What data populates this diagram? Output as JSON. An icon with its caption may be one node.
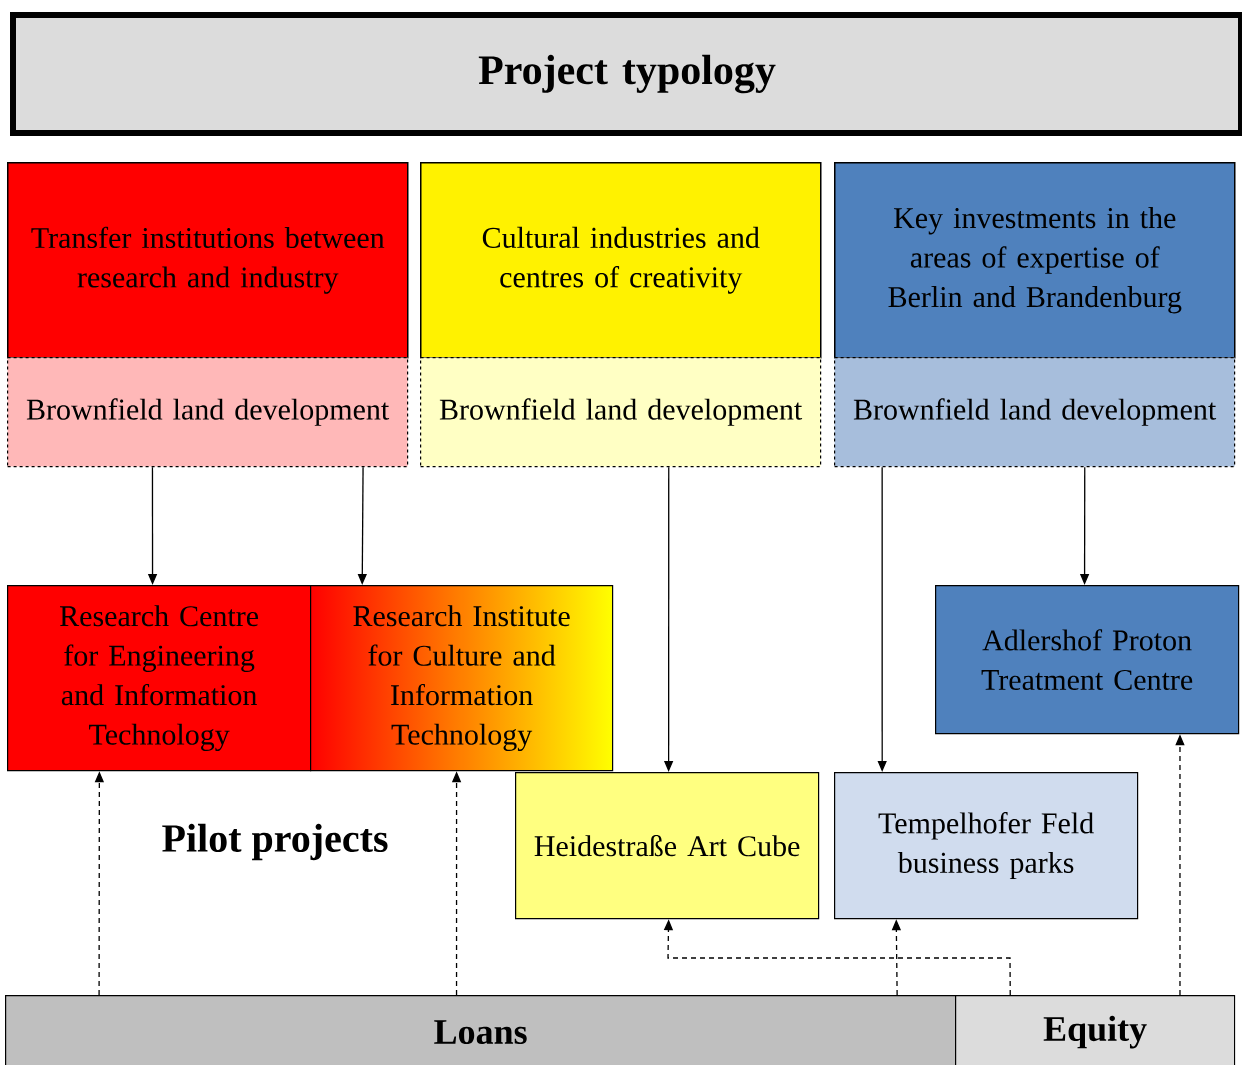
{
  "diagram": {
    "nodes": [
      {
        "text": [
          "Project typology"
        ]
      },
      {
        "text": [
          "Transfer institutions between research and industry"
        ]
      },
      {
        "text": [
          "Cultural industries and centres of creativity"
        ]
      },
      {
        "text": [
          "Key investments in the areas of expertise of Berlin and Brandenburg"
        ]
      },
      {
        "text": [
          "Brownfield land development"
        ]
      },
      {
        "text": [
          "Brownfield land development"
        ]
      },
      {
        "text": [
          "Brownfield land development"
        ]
      },
      {
        "text": [
          "Research Centre for Engineering and Information Technology"
        ]
      },
      {
        "text": [
          "Research Institute for Culture and Information Technology"
        ]
      },
      {
        "text": [
          "Adlershof Proton Treatment Centre"
        ]
      },
      {
        "text": [
          "Heidestraße Art Cube"
        ]
      },
      {
        "text": [
          "Tempelhofer Feld business parks"
        ]
      },
      {
        "text": [
          "Loans"
        ]
      },
      {
        "text": [
          "Equity"
        ]
      }
    ],
    "edges": [
      {
        "from": 4,
        "to": 7,
        "arrow": "to"
      },
      {
        "from": 4,
        "to": 8,
        "arrow": "to"
      },
      {
        "from": 5,
        "to": 10,
        "arrow": "to"
      },
      {
        "from": 6,
        "to": 11,
        "arrow": "to"
      },
      {
        "from": 6,
        "to": 9,
        "arrow": "to"
      },
      {
        "from": 12,
        "to": 7,
        "arrow": "to",
        "style": "dashed"
      },
      {
        "from": 12,
        "to": 8,
        "arrow": "to",
        "style": "dashed"
      },
      {
        "from": 12,
        "to": 11,
        "arrow": "to",
        "style": "dashed"
      },
      {
        "from": 13,
        "to": 10,
        "arrow": "to",
        "style": "dashed"
      },
      {
        "from": 13,
        "to": 9,
        "arrow": "to",
        "style": "dashed"
      }
    ],
    "labels": [
      "Pilot projects"
    ]
  }
}
